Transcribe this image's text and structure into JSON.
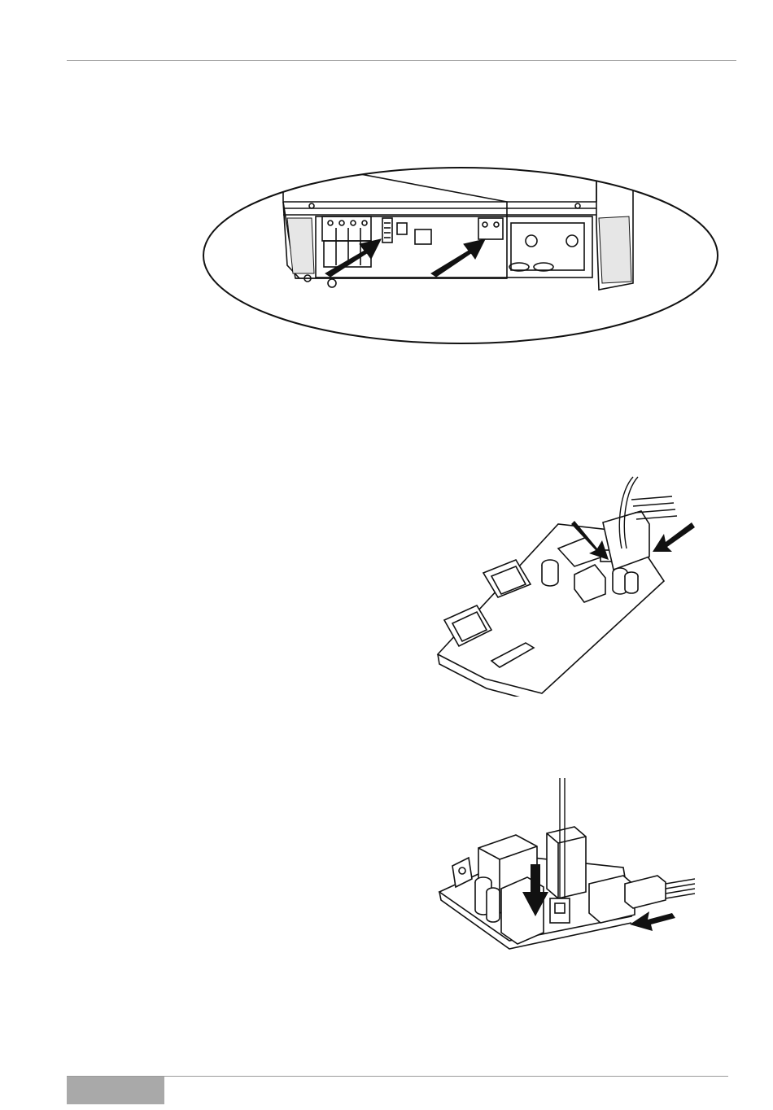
{
  "page": {
    "figures": [
      {
        "id": "inverter-bottom",
        "icon": "inverter-bottom-terminal-illustration"
      },
      {
        "id": "comm-board-top",
        "icon": "communication-board-connectors-illustration"
      },
      {
        "id": "comm-board-side",
        "icon": "board-cable-unplug-illustration"
      }
    ],
    "colors": {
      "rule": "#9a9a9a",
      "footer_tab": "#a9a9a9",
      "ink": "#111111"
    }
  }
}
